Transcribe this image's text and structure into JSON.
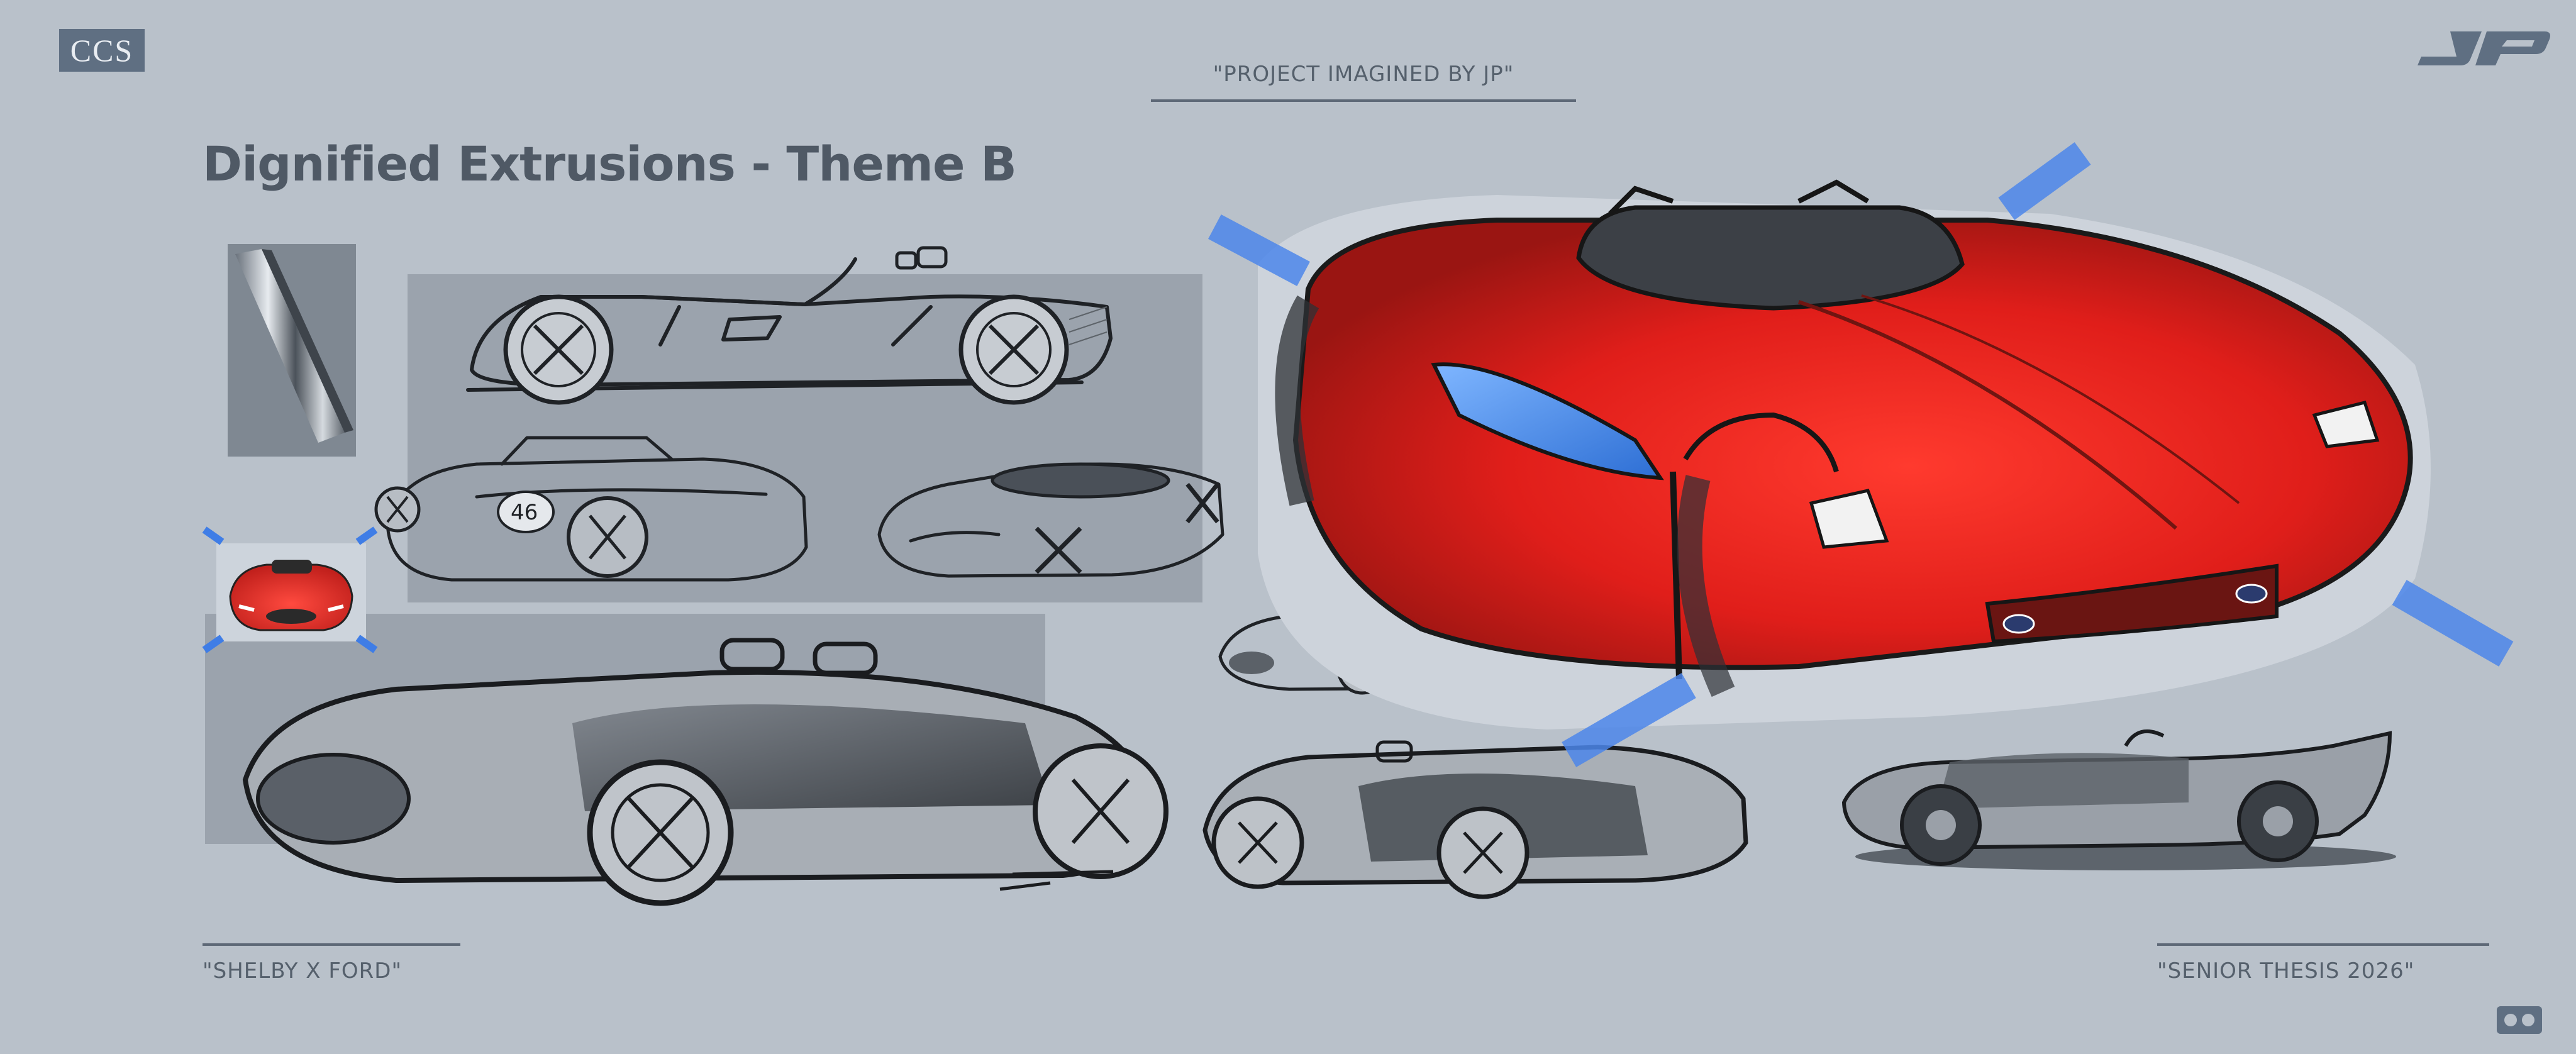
{
  "header": {
    "school_logo_text": "CCS",
    "project_caption": "\"PROJECT IMAGINED BY JP\"",
    "brand_logo": "JP"
  },
  "title": "Dignified Extrusions - Theme B",
  "footer": {
    "left_caption": "\"SHELBY X FORD\"",
    "right_caption": "\"SENIOR THESIS 2026\""
  },
  "colors": {
    "background": "#b9c1ca",
    "panel": "#9ba3ad",
    "accent_red": "#e8302b",
    "accent_blue": "#3f7de6",
    "text": "#4f5965"
  },
  "icons": [
    "ccs-logo",
    "jp-logo",
    "page-corner-icon"
  ]
}
